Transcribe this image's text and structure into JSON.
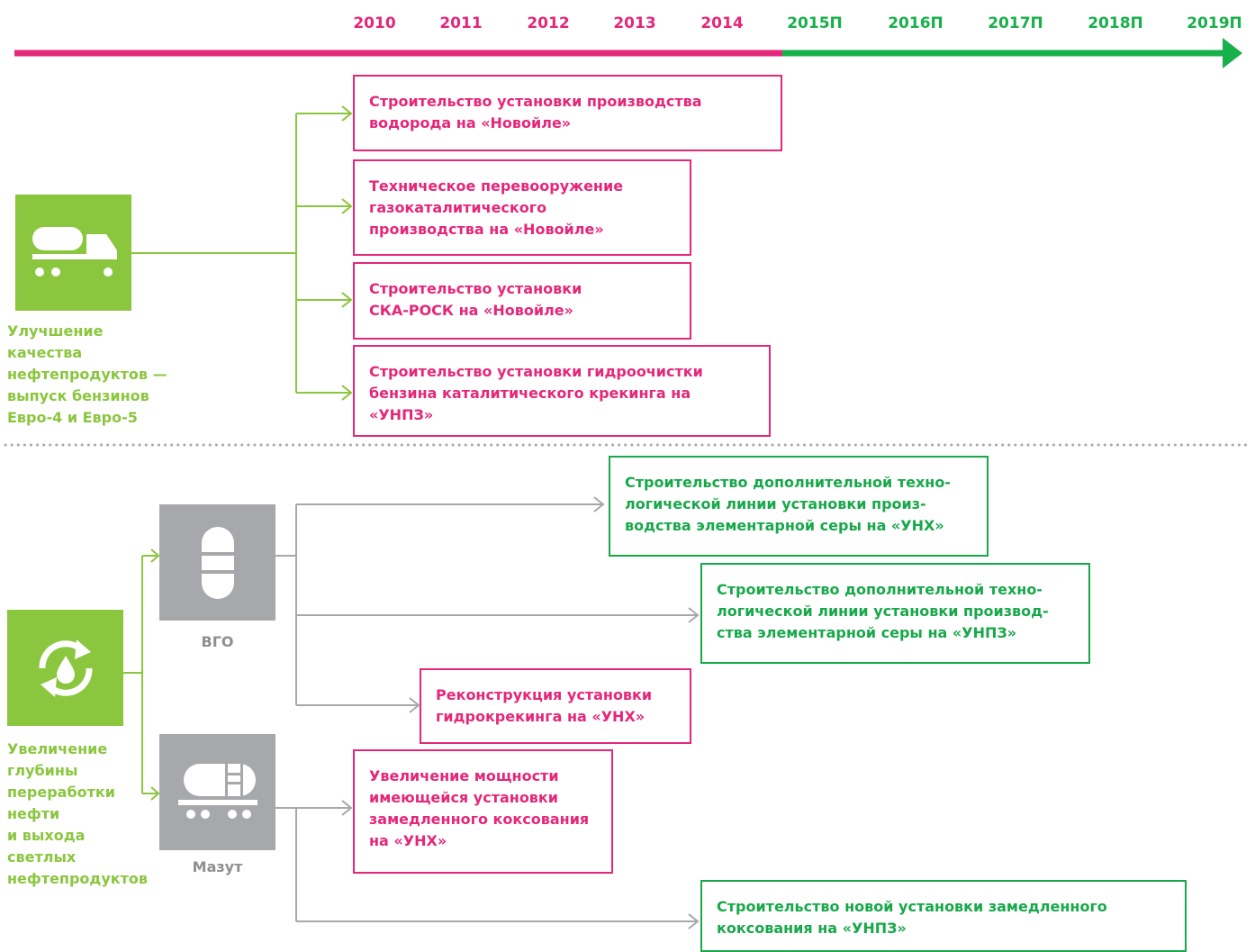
{
  "timeline": {
    "years": [
      {
        "label": "2010",
        "kind": "past"
      },
      {
        "label": "2011",
        "kind": "past"
      },
      {
        "label": "2012",
        "kind": "past"
      },
      {
        "label": "2013",
        "kind": "past"
      },
      {
        "label": "2014",
        "kind": "past"
      },
      {
        "label": "2015П",
        "kind": "plan"
      },
      {
        "label": "2016П",
        "kind": "plan"
      },
      {
        "label": "2017П",
        "kind": "plan"
      },
      {
        "label": "2018П",
        "kind": "plan"
      },
      {
        "label": "2019П",
        "kind": "plan"
      }
    ],
    "past_color": "#e5277a",
    "plan_color": "#18b04b"
  },
  "group1": {
    "icon": "fuel-truck-icon",
    "caption": "Улучшение\nкачества\nнефтепродуктов —\nвыпуск бензинов\nЕвро-4 и Евро-5",
    "color": "#8bc63f",
    "projects": [
      {
        "text": "Строительство установки производства\nводорода на «Новойле»",
        "status": "pink"
      },
      {
        "text": "Техническое перевооружение\nгазокаталитического\nпроизводства на «Новойле»",
        "status": "pink"
      },
      {
        "text": "Строительство установки\nСКА-РОСК на «Новойле»",
        "status": "pink"
      },
      {
        "text": "Строительство установки гидроочистки\nбензина каталитического крекинга на\n«УНПЗ»",
        "status": "pink"
      }
    ]
  },
  "group2": {
    "icon": "oil-drop-recycle-icon",
    "caption": "Увеличение\nглубины\nпереработки\nнефти\nи выхода\nсветлых\nнефтепродуктов",
    "color": "#8bc63f",
    "feedstocks": [
      {
        "label": "ВГО",
        "icon": "column-reactor-icon"
      },
      {
        "label": "Мазут",
        "icon": "tank-car-icon"
      }
    ],
    "projects": [
      {
        "text": "Строительство дополнительной техно-\nлогической линии установки произ-\nводства элементарной серы на «УНХ»",
        "status": "green"
      },
      {
        "text": "Строительство дополнительной техно-\nлогической линии установки производ-\nства элементарной серы на «УНПЗ»",
        "status": "green"
      },
      {
        "text": "Реконструкция установки\nгидрокрекинга на «УНХ»",
        "status": "pink"
      },
      {
        "text": "Увеличение мощности\nимеющейся установки\nзамедленного коксования\nна «УНХ»",
        "status": "pink"
      },
      {
        "text": "Строительство новой установки замедленного\nкоксования на «УНПЗ»",
        "status": "green"
      }
    ]
  }
}
